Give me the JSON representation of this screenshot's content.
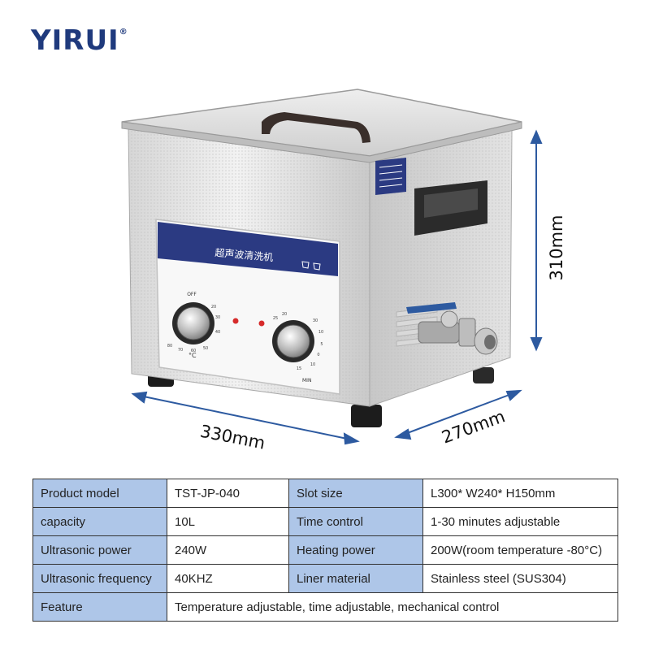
{
  "brand": {
    "name": "YIRUI",
    "mark": "®"
  },
  "device": {
    "panel_title": "超声波清洗机",
    "knob_labels": [
      "OFF",
      "°C",
      "MIN"
    ],
    "mark_numbers": [
      "80",
      "70",
      "60",
      "50",
      "40",
      "30",
      "20",
      "10",
      "0",
      "5",
      "10",
      "15",
      "20",
      "25",
      "30"
    ]
  },
  "dimensions": {
    "height": "310mm",
    "width": "330mm",
    "depth": "270mm"
  },
  "specs": {
    "rows": [
      [
        "Product model",
        "TST-JP-040",
        "Slot size",
        "L300* W240* H150mm"
      ],
      [
        "capacity",
        "10L",
        "Time control",
        "1-30 minutes adjustable"
      ],
      [
        "Ultrasonic power",
        "240W",
        "Heating power",
        "200W(room temperature -80°C)"
      ],
      [
        "Ultrasonic frequency",
        "40KHZ",
        "Liner material",
        "Stainless steel (SUS304)"
      ]
    ],
    "feature_label": "Feature",
    "feature_value": "Temperature adjustable, time adjustable, mechanical control"
  },
  "colors": {
    "brand": "#1f3a7d",
    "label_bg": "#aec6e8",
    "panel_band": "#2b3a82",
    "arrow": "#2d5aa0"
  }
}
